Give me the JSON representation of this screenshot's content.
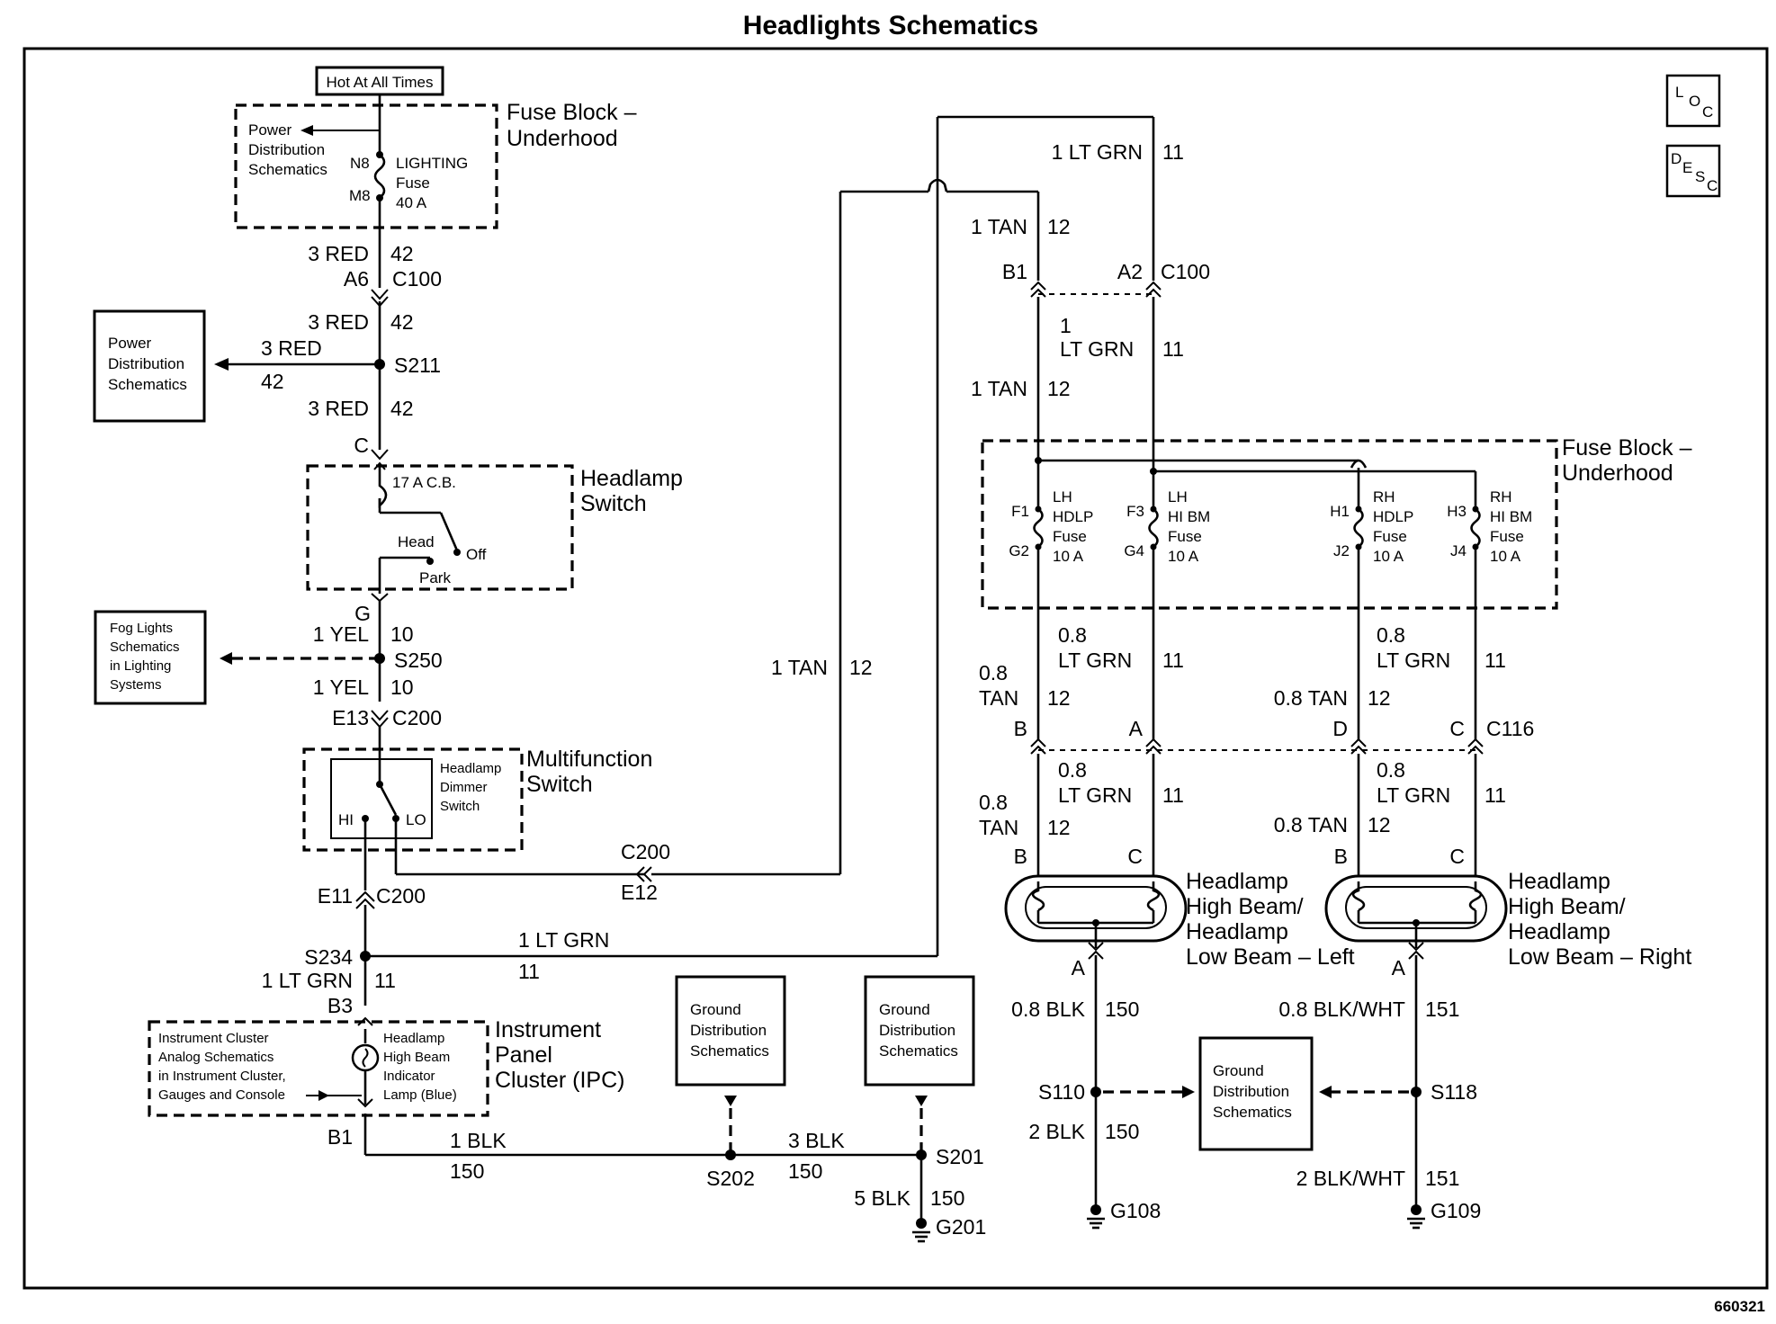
{
  "title": "Headlights Schematics",
  "figure_id": "660321",
  "corner_icons": {
    "loc": [
      "L",
      "O",
      "C"
    ],
    "desc": [
      "D",
      "E",
      "S",
      "C"
    ]
  },
  "hot_label": "Hot At All Times",
  "fuse_block_top": {
    "title": [
      "Fuse Block –",
      "Underhood"
    ],
    "power_dist": [
      "Power",
      "Distribution",
      "Schematics"
    ],
    "pin_in": "N8",
    "pin_out": "M8",
    "fuse": [
      "LIGHTING",
      "Fuse",
      "40 A"
    ]
  },
  "power_dist_box": [
    "Power",
    "Distribution",
    "Schematics"
  ],
  "fog_box": [
    "Fog Lights",
    "Schematics",
    "in Lighting",
    "Systems"
  ],
  "left_wires": {
    "w1": [
      "3 RED",
      "42"
    ],
    "c1": [
      "A6",
      "C100"
    ],
    "w2": [
      "3 RED",
      "42"
    ],
    "s211": "S211",
    "branch": [
      "3 RED",
      "42"
    ],
    "w3": [
      "3 RED",
      "42"
    ],
    "c_pin": "C",
    "g_pin": "G",
    "w4": [
      "1 YEL",
      "10"
    ],
    "s250": "S250",
    "w5": [
      "1 YEL",
      "10"
    ],
    "c2": [
      "E13",
      "C200"
    ],
    "c3": [
      "E11",
      "C200"
    ],
    "s234": "S234",
    "w6": [
      "1 LT GRN",
      "11"
    ],
    "b3": "B3",
    "b1": "B1",
    "run_ltgrn": [
      "1 LT GRN",
      "11"
    ],
    "run_blk": [
      "1 BLK",
      "150"
    ],
    "s202": "S202",
    "blk3": [
      "3 BLK",
      "150"
    ],
    "s201": "S201",
    "blk5": [
      "5 BLK",
      "150"
    ],
    "g201": "G201",
    "c200_e12": [
      "C200",
      "E12"
    ],
    "tan_mid": [
      "1 TAN",
      "12"
    ]
  },
  "headlamp_switch": {
    "title": [
      "Headlamp",
      "Switch"
    ],
    "cb": "17 A C.B.",
    "head": "Head",
    "off": "Off",
    "park": "Park"
  },
  "multifunction_switch": {
    "title": [
      "Multifunction",
      "Switch"
    ],
    "dimmer": [
      "Headlamp",
      "Dimmer",
      "Switch"
    ],
    "hi": "HI",
    "lo": "LO"
  },
  "ipc": {
    "title": [
      "Instrument",
      "Panel",
      "Cluster (IPC)"
    ],
    "analog": [
      "Instrument Cluster",
      "Analog Schematics",
      "in Instrument Cluster,",
      "Gauges and Console"
    ],
    "lamp": [
      "Headlamp",
      "High Beam",
      "Indicator",
      "Lamp (Blue)"
    ]
  },
  "ground_boxes": [
    [
      "Ground",
      "Distribution",
      "Schematics"
    ],
    [
      "Ground",
      "Distribution",
      "Schematics"
    ],
    [
      "Ground",
      "Distribution",
      "Schematics"
    ]
  ],
  "right_wires": {
    "top_ltgrn": [
      "1 LT GRN",
      "11"
    ],
    "top_tan": [
      "1 TAN",
      "12"
    ],
    "c100": [
      "B1",
      "A2",
      "C100"
    ],
    "ltgrn2": [
      "1",
      "LT GRN",
      "11"
    ],
    "tan2": [
      "1 TAN",
      "12"
    ],
    "lt_ltgrn_a": [
      "0.8",
      "LT GRN",
      "11"
    ],
    "lt_tan_a": [
      "0.8",
      "TAN",
      "12"
    ],
    "rt_ltgrn_a": [
      "0.8",
      "LT GRN",
      "11"
    ],
    "rt_tan_a": [
      "0.8 TAN",
      "12"
    ],
    "c116": [
      "B",
      "A",
      "D",
      "C",
      "C116"
    ],
    "lt_ltgrn_b": [
      "0.8",
      "LT GRN",
      "11"
    ],
    "lt_tan_b": [
      "0.8",
      "TAN",
      "12"
    ],
    "rt_ltgrn_b": [
      "0.8",
      "LT GRN",
      "11"
    ],
    "rt_tan_b": [
      "0.8 TAN",
      "12"
    ],
    "lamp_pins": [
      "B",
      "C",
      "B",
      "C"
    ],
    "lamp_a": [
      "A",
      "A"
    ],
    "blk_l": [
      "0.8 BLK",
      "150"
    ],
    "blk_r": [
      "0.8 BLK/WHT",
      "151"
    ],
    "s110": "S110",
    "s118": "S118",
    "blk2_l": [
      "2 BLK",
      "150"
    ],
    "blk2_r": [
      "2 BLK/WHT",
      "151"
    ],
    "g108": "G108",
    "g109": "G109"
  },
  "fuse_block_right": {
    "title": [
      "Fuse Block –",
      "Underhood"
    ],
    "fuses": [
      {
        "pins": [
          "F1",
          "G2"
        ],
        "text": [
          "LH",
          "HDLP",
          "Fuse",
          "10 A"
        ]
      },
      {
        "pins": [
          "F3",
          "G4"
        ],
        "text": [
          "LH",
          "HI BM",
          "Fuse",
          "10 A"
        ]
      },
      {
        "pins": [
          "H1",
          "J2"
        ],
        "text": [
          "RH",
          "HDLP",
          "Fuse",
          "10 A"
        ]
      },
      {
        "pins": [
          "H3",
          "J4"
        ],
        "text": [
          "RH",
          "HI BM",
          "Fuse",
          "10 A"
        ]
      }
    ]
  },
  "headlamp_left": [
    "Headlamp",
    "High Beam/",
    "Headlamp",
    "Low Beam – Left"
  ],
  "headlamp_right": [
    "Headlamp",
    "High Beam/",
    "Headlamp",
    "Low Beam – Right"
  ]
}
